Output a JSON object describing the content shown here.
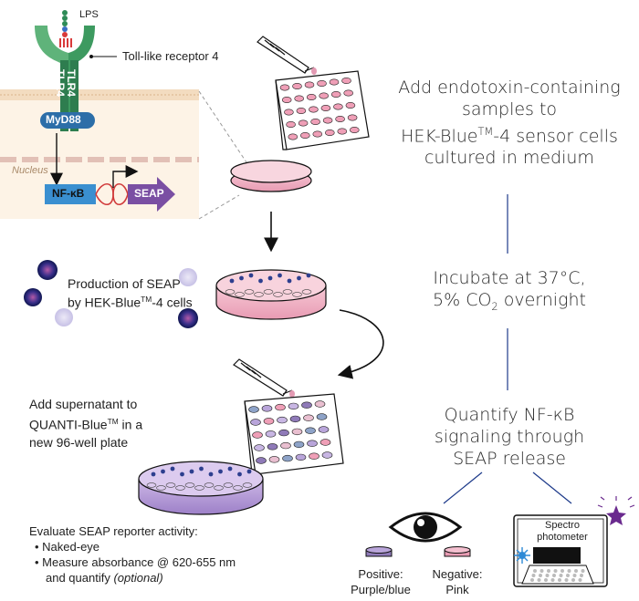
{
  "diagram": {
    "lps": "LPS",
    "receptor_label": "Toll-like receptor 4",
    "tlr_left": "TLR4",
    "tlr_right": "TLR4",
    "myd88": "MyD88",
    "nucleus": "Nucleus",
    "nfkb": "NF-κB",
    "seap": "SEAP"
  },
  "steps": {
    "step1": [
      "Add endotoxin-containing",
      "samples to",
      "HEK-Blue",
      "TM",
      "-4 sensor cells",
      "cultured in medium"
    ],
    "step2_line1": "Incubate at 37°C,",
    "step2_line2_a": "5% CO",
    "step2_line2_sub": "2",
    "step2_line2_b": " overnight",
    "step3": [
      "Quantify NF-κB",
      "signaling through",
      "SEAP release"
    ]
  },
  "left_labels": {
    "production_line1": "Production of SEAP",
    "production_line2_a": "by HEK-Blue",
    "production_line2_sup": "TM",
    "production_line2_b": "-4 cells",
    "supernatant_line1": "Add supernatant to",
    "supernatant_line2_a": "QUANTI-Blue",
    "supernatant_line2_sup": "TM",
    "supernatant_line2_b": " in a",
    "supernatant_line3": "new 96-well plate"
  },
  "evaluate": {
    "title": "Evaluate SEAP reporter activity:",
    "bullet1": "Naked-eye",
    "bullet2": "Measure absorbance @ 620-655 nm",
    "bullet2_cont_a": "and quantify ",
    "bullet2_cont_b": "(optional)"
  },
  "results": {
    "positive_line1": "Positive:",
    "positive_line2": "Purple/blue",
    "negative_line1": "Negative:",
    "negative_line2": "Pink",
    "spectro_line1": "Spectro",
    "spectro_line2": "photometer"
  },
  "colors": {
    "receptor_green": "#2e7d4f",
    "receptor_light": "#5fb37a",
    "myd88_blue": "#2c6ea8",
    "nfkb_blue": "#3a8fd0",
    "seap_purple": "#7a4fa3",
    "dish_pink": "#f2b7c8",
    "well_purple": "#8f7ab8",
    "step_line": "#1d3a8a"
  }
}
